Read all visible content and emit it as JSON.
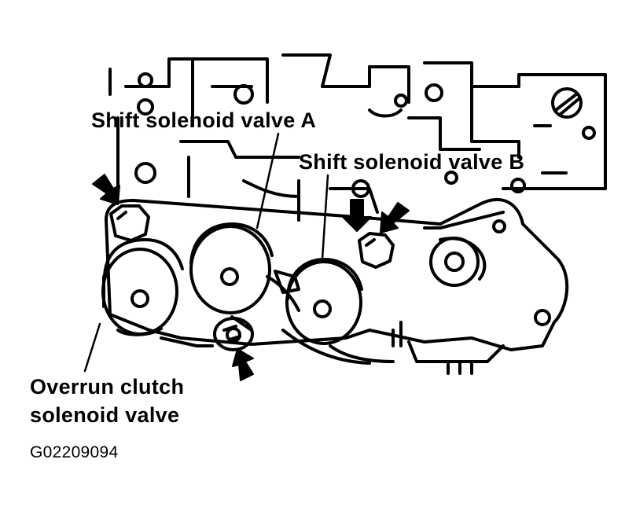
{
  "labels": {
    "shift_solenoid_a": "Shift solenoid valve A",
    "shift_solenoid_b": "Shift solenoid valve B",
    "overrun_line1": "Overrun clutch",
    "overrun_line2": "solenoid valve",
    "figure_code": "G02209094"
  },
  "colors": {
    "ink": "#000000",
    "paper": "#ffffff"
  }
}
